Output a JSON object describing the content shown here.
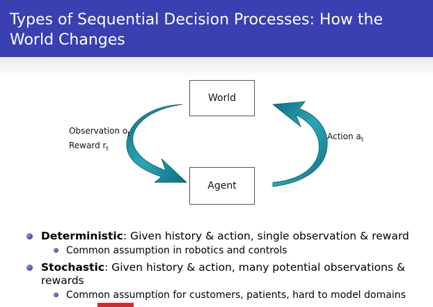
{
  "slide": {
    "title": "Types of Sequential Decision Processes: How the World Changes",
    "diagram": {
      "world": "World",
      "agent": "Agent",
      "observation_prefix": "Observation o",
      "observation_sub": "t",
      "reward_prefix": "Reward r",
      "reward_sub": "t",
      "action_prefix": "Action a",
      "action_sub": "t"
    },
    "bullets": [
      {
        "term": "Deterministic",
        "text": ":  Given history & action, single observation & reward",
        "sub": "Common assumption in robotics and controls"
      },
      {
        "term": "Stochastic",
        "text": ":  Given history & action, many potential observations & rewards",
        "sub": "Common assumption for customers, patients, hard to model domains"
      }
    ]
  },
  "colors": {
    "header": "#3a3fb1",
    "arrow": "#1a8a9e"
  }
}
